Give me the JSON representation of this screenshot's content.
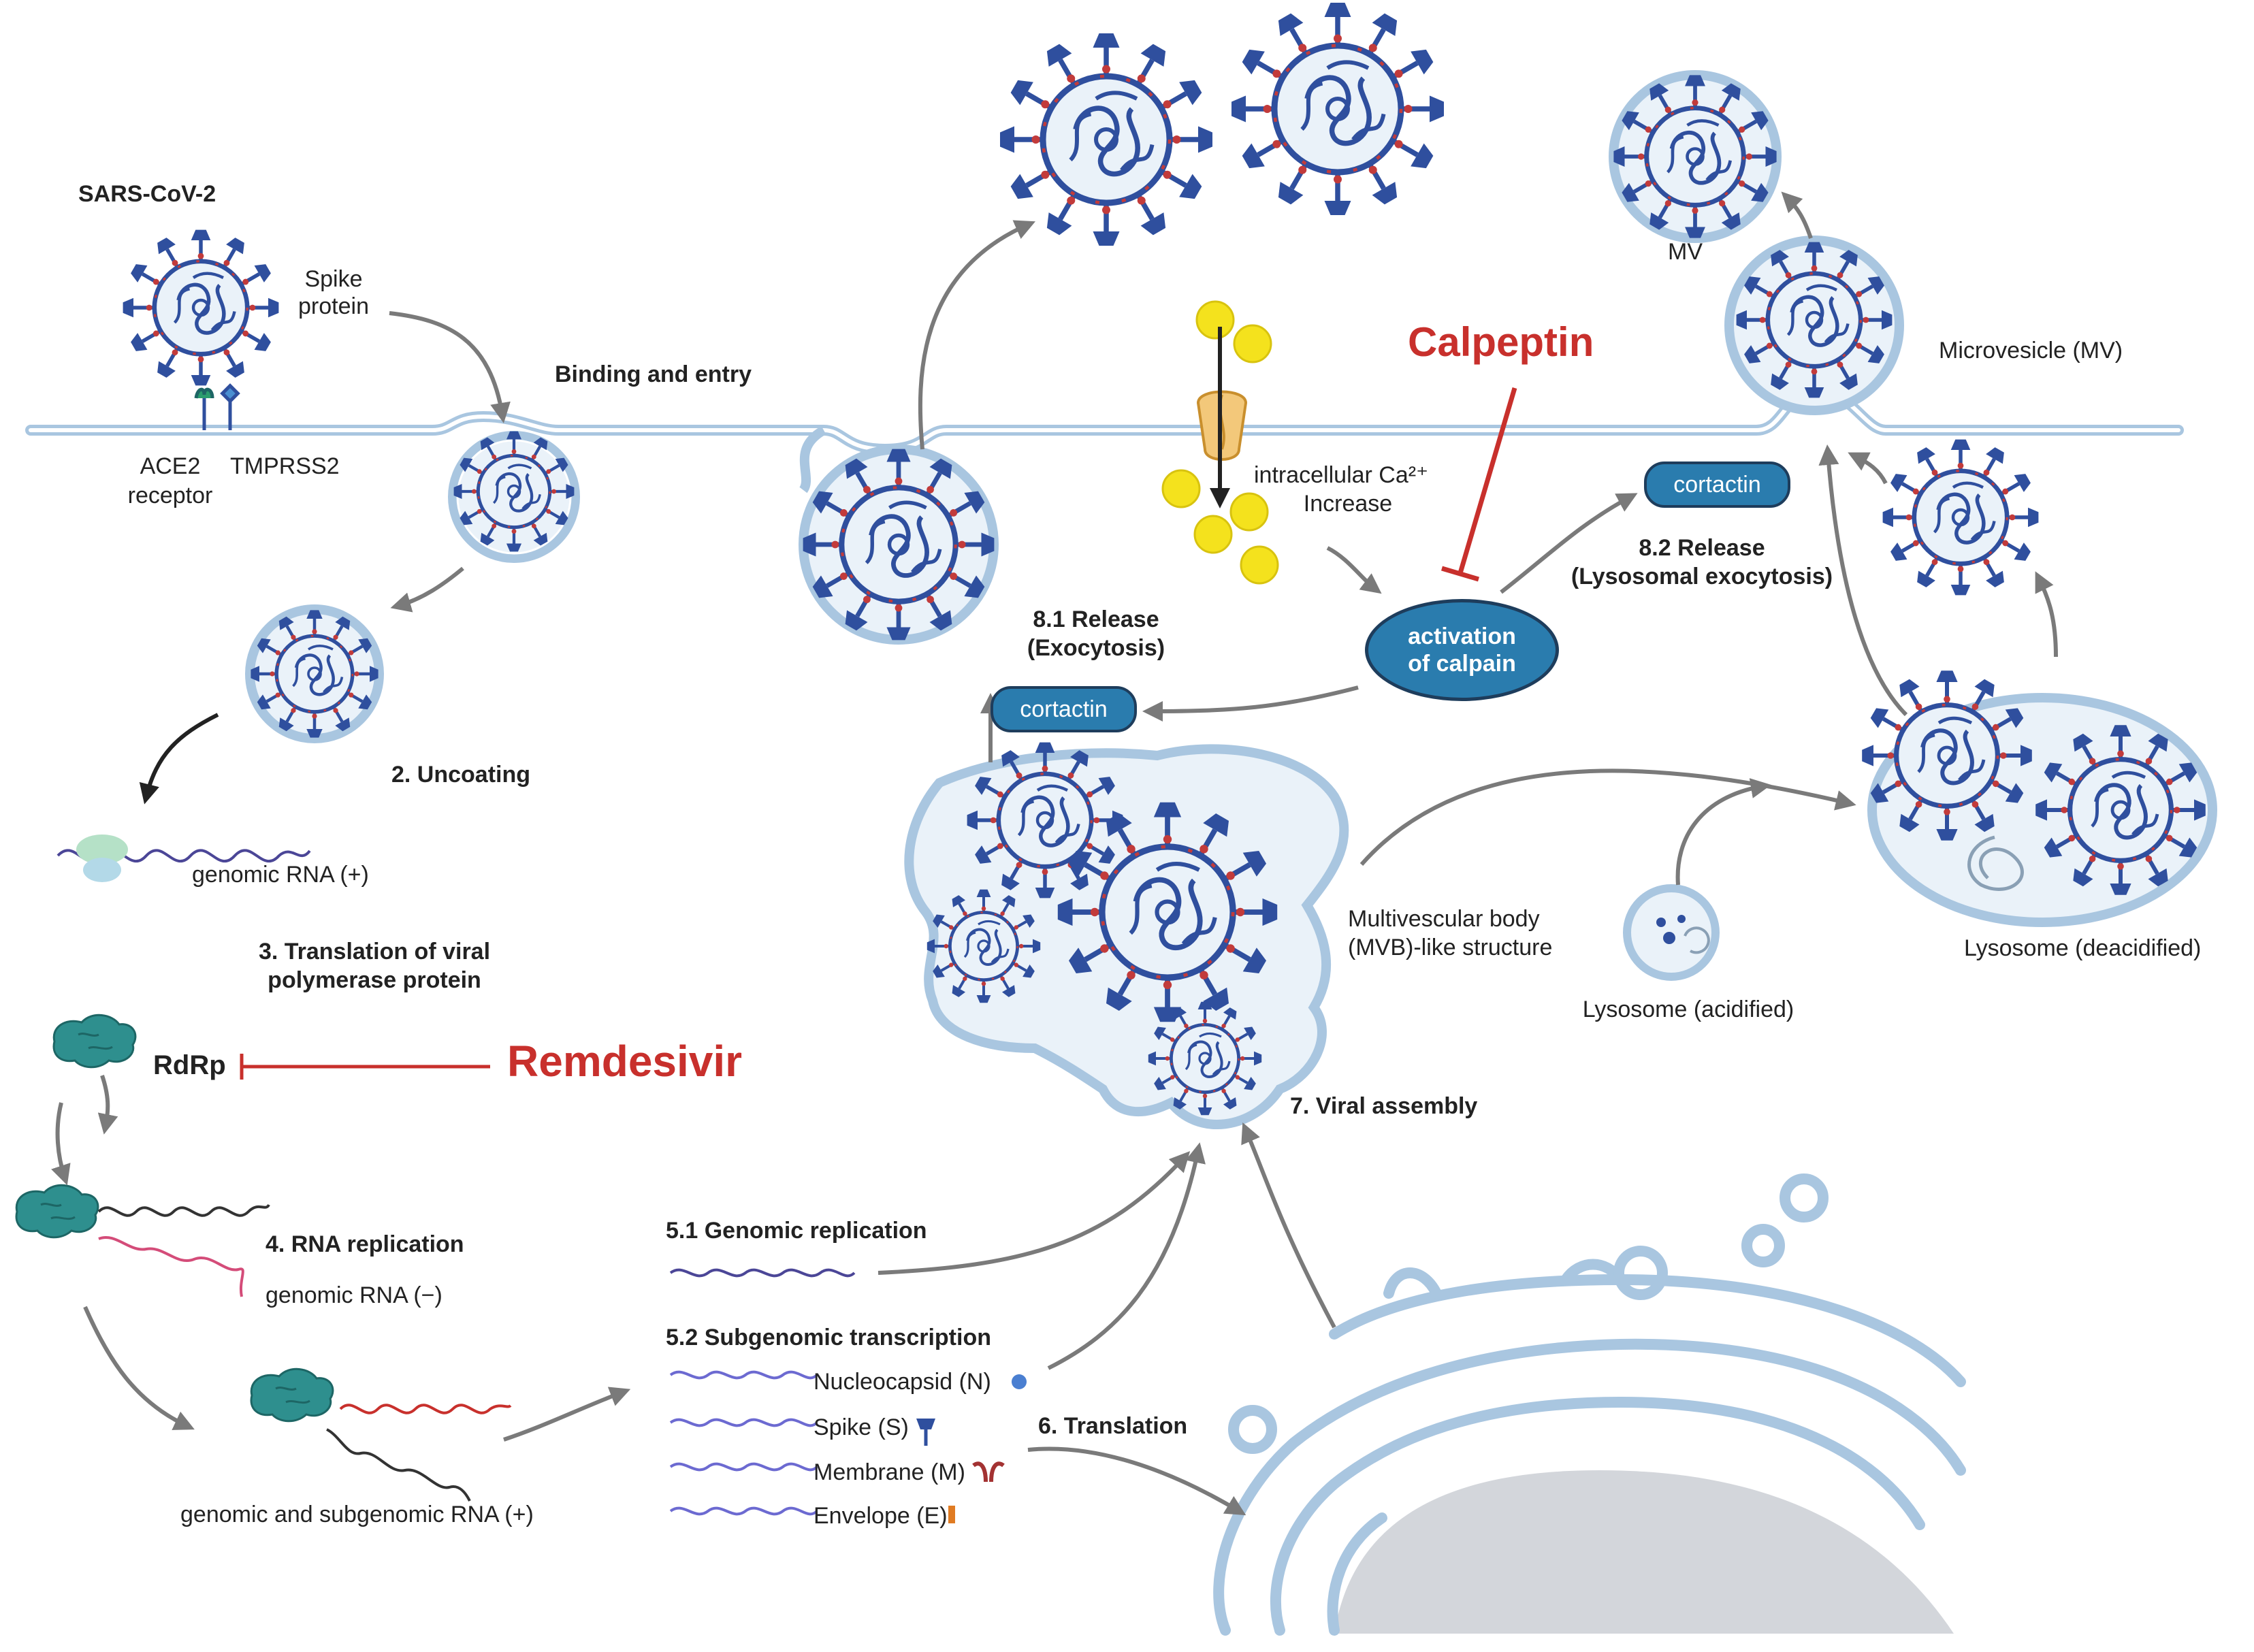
{
  "virus_title": "SARS-CoV-2",
  "steps": {
    "binding": "Binding and entry",
    "uncoating": "2. Uncoating",
    "translation_poly_1": "3. Translation of viral",
    "translation_poly_2": "polymerase protein",
    "rna_replication": "4. RNA replication",
    "genomic_replication": "5.1 Genomic replication",
    "subgenomic_transcription": "5.2 Subgenomic  transcription",
    "translation": "6. Translation",
    "assembly": "7. Viral assembly",
    "release_exo_1": "8.1 Release",
    "release_exo_2": "(Exocytosis)",
    "release_lyso_1": "8.2 Release",
    "release_lyso_2": "(Lysosomal exocytosis)"
  },
  "labels": {
    "spike_1": "Spike",
    "spike_2": "protein",
    "ace2_1": "ACE2",
    "ace2_2": "receptor",
    "tmprss2": "TMPRSS2",
    "genomic_rna_pos": "genomic RNA (+)",
    "rdrp": "RdRp",
    "genomic_rna_neg": "genomic RNA (−)",
    "genomic_subgenomic": "genomic and subgenomic RNA (+)",
    "nucleocapsid": "Nucleocapsid (N)",
    "spike_s": "Spike (S)",
    "membrane_m": "Membrane (M)",
    "envelope_e": "Envelope (E)",
    "ca_1": "intracellular Ca²⁺",
    "ca_2": "Increase",
    "cortactin_top": "cortactin",
    "cortactin_left": "cortactin",
    "calpain_1": "activation",
    "calpain_2": "of calpain",
    "mvb_1": "Multivescular body",
    "mvb_2": "(MVB)-like structure",
    "lysosome_acidified": "Lysosome (acidified)",
    "lysosome_deacidified": "Lysosome (deacidified)",
    "mv": "MV",
    "microvesicle": "Microvesicle (MV)"
  },
  "drugs": {
    "remdesivir": "Remdesivir",
    "calpeptin": "Calpeptin"
  },
  "colors": {
    "virus_blue": "#2f4f9e",
    "drug_red": "#c8302c",
    "membrane": "#a9c6e0",
    "cell_fill": "#eaf2f9",
    "calpain_fill": "#2a7cae",
    "rdrp_teal": "#2e8f8e",
    "calcium": "#f4e21d",
    "arrow_gray": "#7a7a7a"
  }
}
